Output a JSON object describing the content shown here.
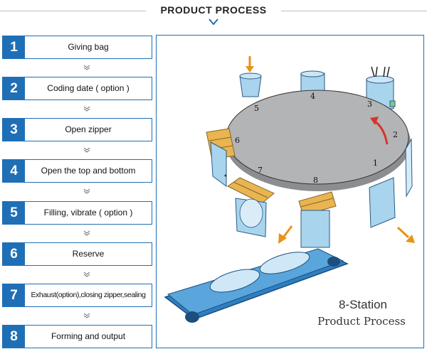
{
  "header": {
    "title": "PRODUCT PROCESS"
  },
  "steps": [
    {
      "number": "1",
      "label": "Giving bag"
    },
    {
      "number": "2",
      "label": "Coding date ( option )"
    },
    {
      "number": "3",
      "label": "Open zipper"
    },
    {
      "number": "4",
      "label": "Open the top and bottom"
    },
    {
      "number": "5",
      "label": "Filling, vibrate ( option )"
    },
    {
      "number": "6",
      "label": "Reserve"
    },
    {
      "number": "7",
      "label": "Exhaust(option),closing zipper,sealing"
    },
    {
      "number": "8",
      "label": "Forming and output"
    }
  ],
  "diagram": {
    "stations": [
      "1",
      "2",
      "3",
      "4",
      "5",
      "6",
      "7",
      "8"
    ],
    "caption_line1": "8-Station",
    "caption_line2": "Product Process"
  },
  "colors": {
    "accent": "#1f6fb6",
    "table": "#b3b4b6",
    "parts": "#a9d4ee",
    "clamp": "#e8b552",
    "arrow_orange": "#e7921a",
    "arrow_red": "#d9332a"
  }
}
